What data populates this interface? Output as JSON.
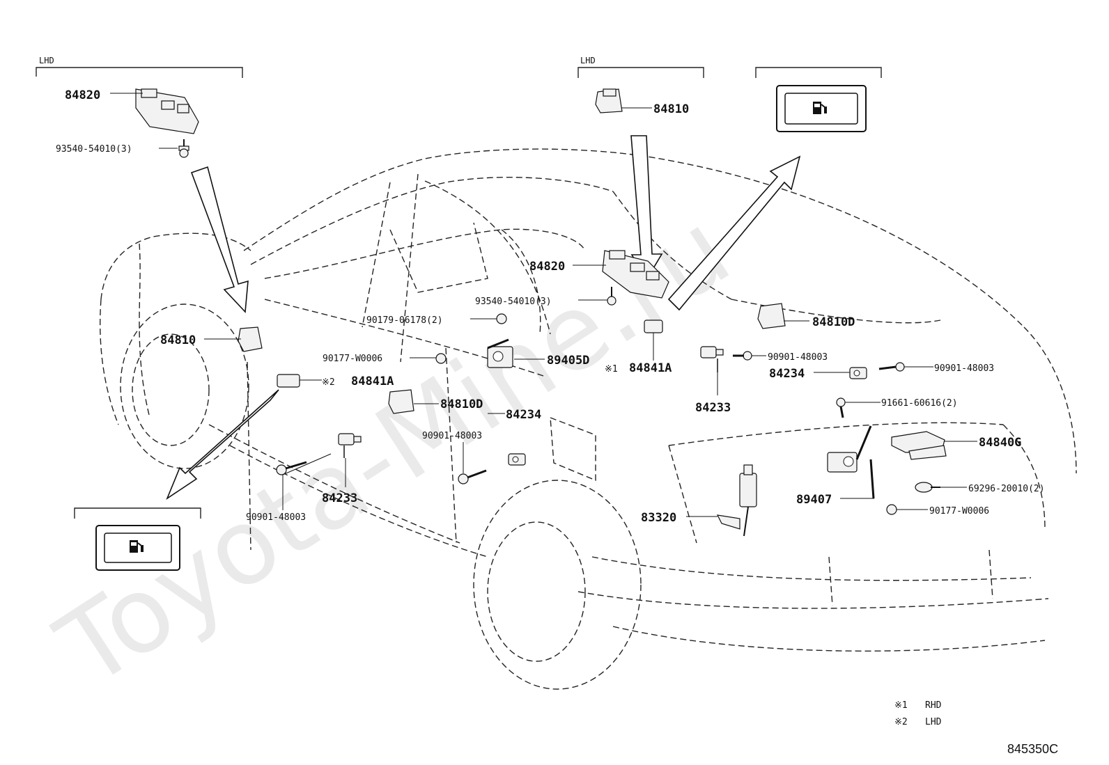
{
  "watermark": "Toyota-Mine.ru",
  "groups": {
    "lhd_left": "LHD",
    "lhd_right": "LHD"
  },
  "labels": {
    "p84820_top": "84820",
    "p93540_top": "93540-54010(3)",
    "p84810_left": "84810",
    "p84841A_left": "84841A",
    "mark2_left": "※2",
    "p90901_left": "90901-48003",
    "p84233_left": "84233",
    "p84810D_mid": "84810D",
    "p84234_mid": "84234",
    "p90901_mid": "90901-48003",
    "p90177_mid": "90177-W0006",
    "p90179": "90179-06178(2)",
    "p89405D": "89405D",
    "p84810_right": "84810",
    "p84820_mid": "84820",
    "p93540_mid": "93540-54010(3)",
    "mark1": "※1",
    "p84841A_right": "84841A",
    "p84810D_right": "84810D",
    "p90901_r1": "90901-48003",
    "p84234_right": "84234",
    "p90901_r2": "90901-48003",
    "p84233_right": "84233",
    "p91661": "91661-60616(2)",
    "p84840G": "84840G",
    "p69296": "69296-20010(2)",
    "p89407": "89407",
    "p90177_right": "90177-W0006",
    "p83320": "83320"
  },
  "legend": {
    "rhd_mark": "※1",
    "rhd_text": "RHD",
    "lhd_mark": "※2",
    "lhd_text": "LHD"
  },
  "figure_code": "845350C",
  "icons": {
    "fuel_button_top_right": "fuel-pump-icon",
    "fuel_button_bottom_left": "fuel-pump-icon"
  }
}
